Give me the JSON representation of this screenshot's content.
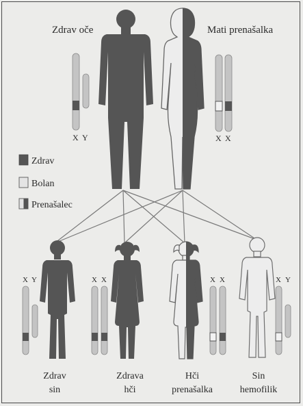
{
  "parents": {
    "father_label": "Zdrav oče",
    "mother_label": "Mati prenašalka",
    "father_chrom_labels": [
      "X",
      "Y"
    ],
    "mother_chrom_labels": [
      "X",
      "X"
    ]
  },
  "legend": {
    "items": [
      {
        "label": "Zdrav",
        "kind": "healthy"
      },
      {
        "label": "Bolan",
        "kind": "sick"
      },
      {
        "label": "Prenašalec",
        "kind": "carrier"
      }
    ]
  },
  "children": [
    {
      "line1": "Zdrav",
      "line2": "sin",
      "chrom_labels": [
        "X",
        "Y"
      ]
    },
    {
      "line1": "Zdrava",
      "line2": "hči",
      "chrom_labels": [
        "X",
        "X"
      ]
    },
    {
      "line1": "Hči",
      "line2": "prenašalka",
      "chrom_labels": [
        "X",
        "X"
      ]
    },
    {
      "line1": "Sin",
      "line2": "hemofilik",
      "chrom_labels": [
        "X",
        "Y"
      ]
    }
  ],
  "colors": {
    "healthy": "#555555",
    "sick": "#e4e4e4",
    "outline": "#6e6e6e",
    "chromosome": "#c4c4c4",
    "line": "#7a7a7a"
  }
}
